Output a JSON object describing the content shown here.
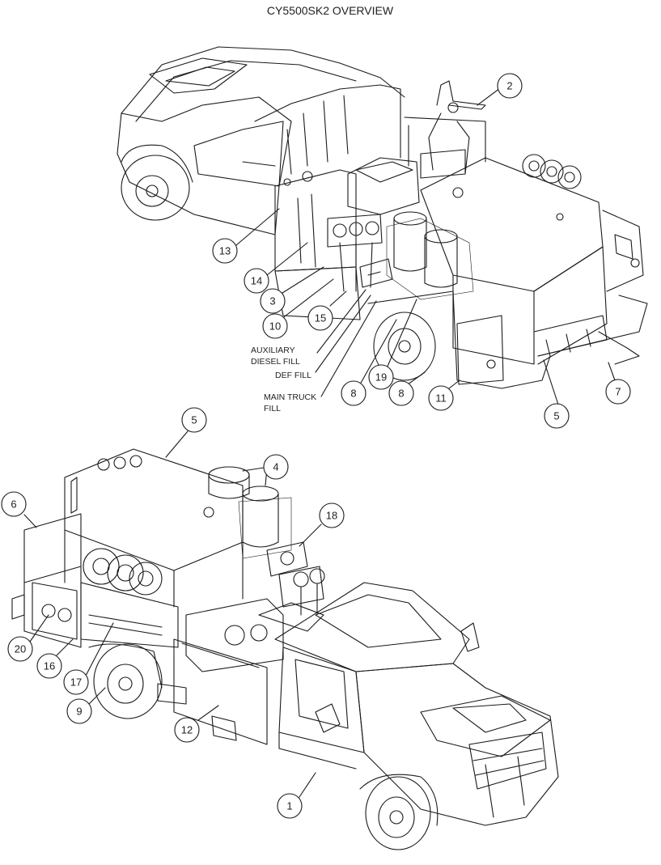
{
  "title": "CY5500SK2 OVERVIEW",
  "labels": {
    "auxiliary_diesel_fill_line1": "AUXILIARY",
    "auxiliary_diesel_fill_line2": "DIESEL FILL",
    "def_fill": "DEF FILL",
    "main_truck_fill_line1": "MAIN TRUCK",
    "main_truck_fill_line2": "FILL"
  },
  "top_view_callouts": [
    "2",
    "13",
    "14",
    "3",
    "10",
    "15",
    "19",
    "8",
    "8",
    "11",
    "5",
    "7"
  ],
  "bottom_view_callouts": [
    "5",
    "4",
    "6",
    "18",
    "20",
    "16",
    "17",
    "9",
    "12",
    "1"
  ]
}
